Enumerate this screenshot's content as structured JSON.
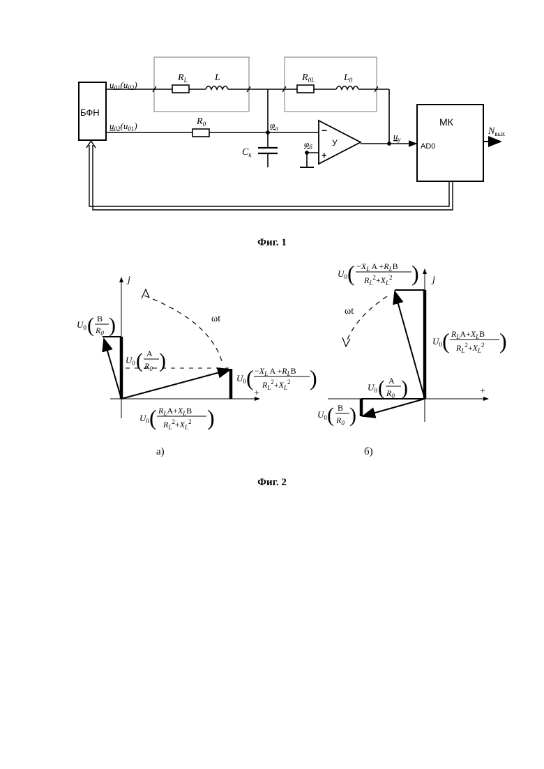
{
  "fig1": {
    "caption": "Фиг. 1",
    "block_bfn": "БФН",
    "block_mk": "МК",
    "amp": "У",
    "minus": "−",
    "plus": "+",
    "u01_label": "u",
    "u01_sub": "01",
    "u01_paren": "(u",
    "u01_paren_sub": "02",
    "u02_label": "u",
    "u02_sub": "02",
    "u02_paren": "(u",
    "u02_paren_sub": "01",
    "RL": "R",
    "RL_sub": "L",
    "L": "L",
    "R0L": "R",
    "R0L_sub": "0L",
    "L0": "L",
    "L0_sub": "0",
    "R0": "R",
    "R0_sub": "0",
    "phi_a": "φ",
    "phi_a_sub": "а",
    "phi_b": "φ",
    "phi_b_sub": "б",
    "Ck": "C",
    "Ck_sub": "к",
    "uy": "u",
    "uy_sub": "у",
    "ad0": "AD0",
    "nout": "N",
    "nout_sub": "вых"
  },
  "fig2": {
    "caption": "Фиг. 2",
    "sub_a": "а)",
    "sub_b": "б)",
    "axis_j": "j",
    "axis_plus": "+",
    "omega_t": "ωt",
    "U0": "U",
    "U0_sub": "0",
    "A": "A",
    "B": "B",
    "R0": "R",
    "R0_sub": "0",
    "RL": "R",
    "L_sub": "L",
    "XL": "X",
    "sq": "2",
    "minus": "−",
    "plus": "+"
  }
}
